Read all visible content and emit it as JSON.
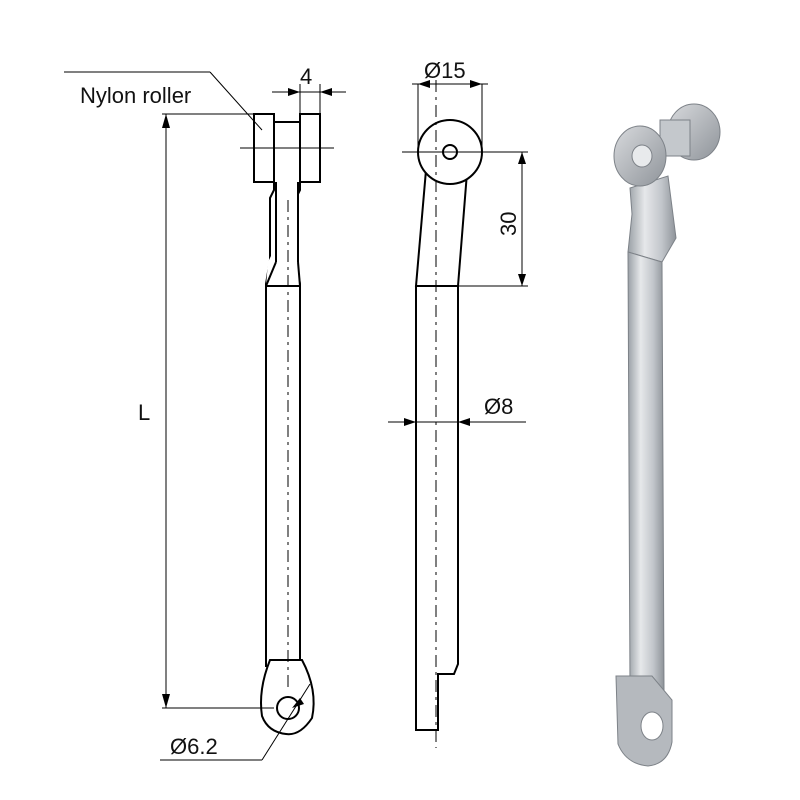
{
  "labels": {
    "nylon_roller": "Nylon roller",
    "dim_width": "4",
    "dim_length": "L",
    "dim_hole": "Ø6.2",
    "dim_roller_dia": "Ø15",
    "dim_offset": "30",
    "dim_rod_dia": "Ø8"
  },
  "colors": {
    "line": "#000000",
    "metal_light": "#e4e6e9",
    "metal_mid": "#b9bdc2",
    "metal_dark": "#8a8f95"
  }
}
